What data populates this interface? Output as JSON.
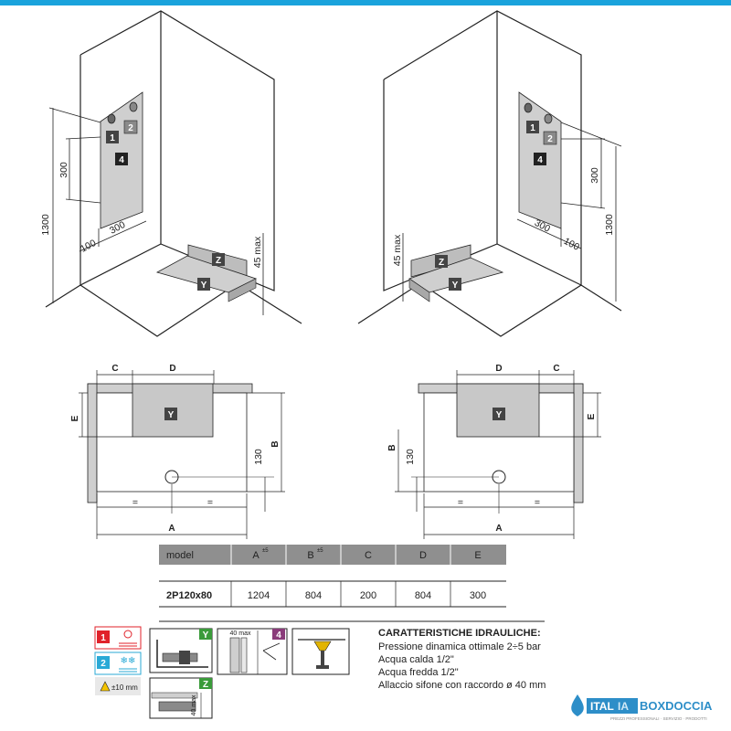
{
  "colors": {
    "top_bar": "#1aa3dc",
    "panel_gray": "#cfcfcf",
    "label_dark": "#444444",
    "label_light": "#8a8a8a",
    "hot_red": "#e0222a",
    "cold_cyan": "#29a9d6",
    "table_header_gray": "#8f8f8f",
    "brand_blue": "#2d8ec8"
  },
  "iso_left": {
    "labels": {
      "l1": "1",
      "l2": "2",
      "l4": "4",
      "z": "Z",
      "y": "Y"
    },
    "dims": {
      "d1300": "1300",
      "d300v": "300",
      "d100": "100",
      "d300h": "300",
      "d45": "45 max"
    }
  },
  "iso_right": {
    "labels": {
      "l1": "1",
      "l2": "2",
      "l4": "4",
      "z": "Z",
      "y": "Y"
    },
    "dims": {
      "d1300": "1300",
      "d300v": "300",
      "d100": "100",
      "d300h": "300",
      "d45": "45 max"
    }
  },
  "plan_left": {
    "labels": {
      "c": "C",
      "d": "D",
      "e": "E",
      "b": "B",
      "a": "A",
      "eq1": "=",
      "eq2": "=",
      "d130": "130",
      "y": "Y"
    }
  },
  "plan_right": {
    "labels": {
      "c": "C",
      "d": "D",
      "e": "E",
      "b": "B",
      "a": "A",
      "eq1": "=",
      "eq2": "=",
      "d130": "130",
      "y": "Y"
    }
  },
  "table": {
    "headers": [
      "model",
      "A",
      "B",
      "C",
      "D",
      "E"
    ],
    "header_sup": {
      "a": "±5",
      "b": "±5"
    },
    "row": [
      "2P120x80",
      "1204",
      "804",
      "200",
      "804",
      "300"
    ]
  },
  "legend": {
    "hot_num": "1",
    "cold_num": "2",
    "warning_text": "±10 mm",
    "y_label": "Y",
    "z_label": "Z",
    "four_label": "4",
    "d40a": "40 max",
    "d40b": "40 max"
  },
  "hydraulics": {
    "title": "CARATTERISTICHE IDRAULICHE:",
    "lines": [
      "Pressione dinamica ottimale 2÷5 bar",
      "Acqua calda 1/2\"",
      "Acqua fredda 1/2\"",
      "Allaccio sifone con raccordo ø 40 mm"
    ]
  },
  "brand": {
    "logo_left": "ITAL",
    "logo_mid": "IA",
    "logo_right": "BOXDOCCIA",
    "tagline": "PREZZI PROFESSIONALI · SERVIZIO · PRODOTTI"
  }
}
